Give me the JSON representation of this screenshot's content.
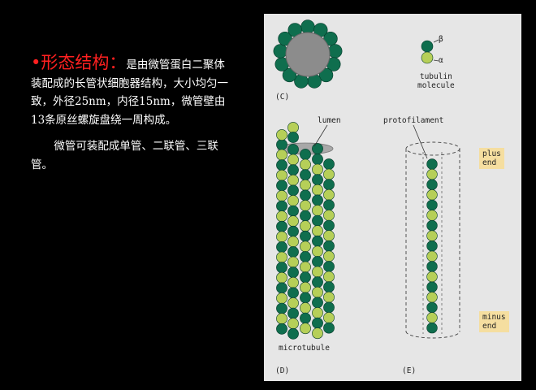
{
  "slide": {
    "heading": "•形态结构：",
    "paragraph1": "是由微管蛋白二聚体装配成的长管状细胞器结构，大小均匀一致，外径25nm，内径15nm，微管壁由13条原丝螺旋盘绕一周构成。",
    "paragraph2": "微管可装配成单管、二联管、三联管。"
  },
  "figure": {
    "panel_c": "(C)",
    "panel_d": "(D)",
    "panel_e": "(E)",
    "lumen": "lumen",
    "protofilament": "protofilament",
    "tubulin_line1": "tubulin",
    "tubulin_line2": "molecule",
    "beta": "β",
    "alpha": "α",
    "plus_end_line1": "plus",
    "plus_end_line2": "end",
    "minus_end_line1": "minus",
    "minus_end_line2": "end",
    "microtubule": "microtubule"
  },
  "colors": {
    "alpha_tubulin": "#b6cf58",
    "beta_tubulin": "#0f6e4e",
    "heading": "#ff2020",
    "end_box": "#f5dea0",
    "figure_bg": "#e6e6e6"
  }
}
